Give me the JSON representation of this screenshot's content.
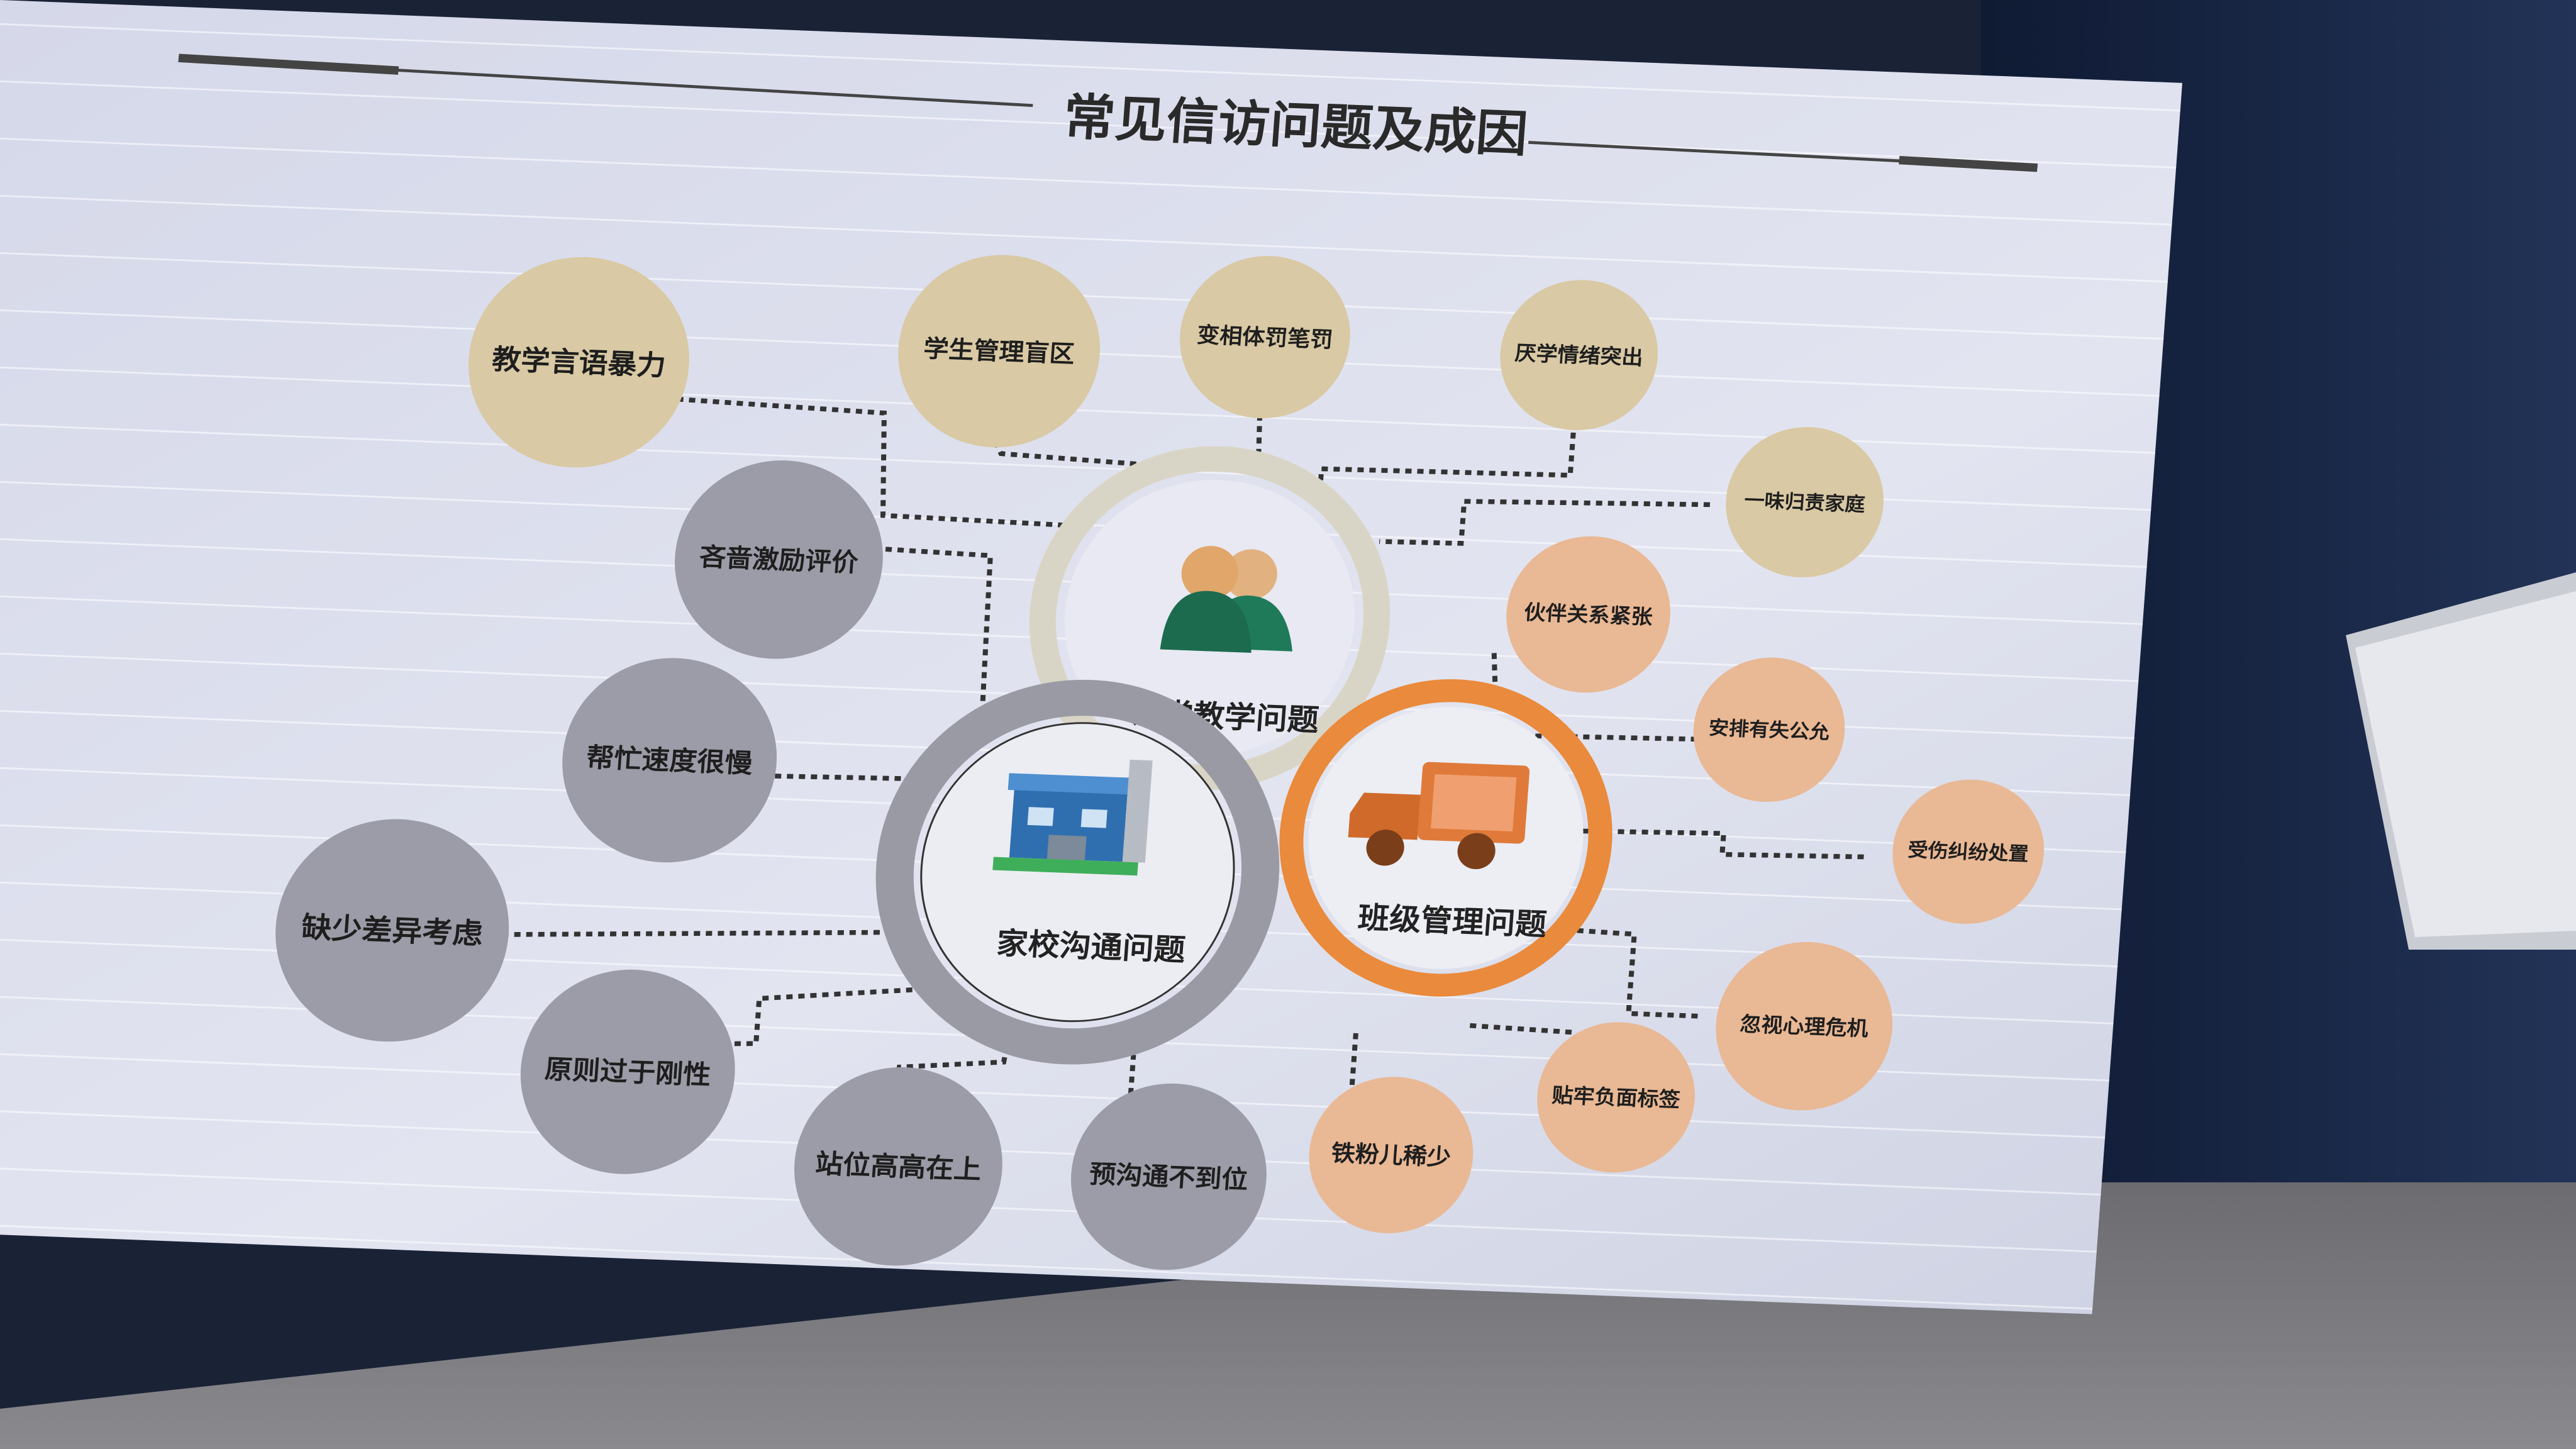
{
  "slide": {
    "title": "常见信访问题及成因"
  },
  "hubs": {
    "classroom": {
      "label": "课堂教学问题",
      "ring_color": "#d9d5c6",
      "icon": "people-icon"
    },
    "home_school": {
      "label": "家校沟通问题",
      "ring_color": "#9a9aa4",
      "icon": "school-building-icon"
    },
    "class_mgmt": {
      "label": "班级管理问题",
      "ring_color": "#ea8a3c",
      "icon": "truck-icon"
    }
  },
  "bubbles": {
    "b1": "教学言语暴力",
    "b2": "学生管理盲区",
    "b3": "变相体罚笔罚",
    "b4": "厌学情绪突出",
    "b5": "一味归责家庭",
    "b6": "吝啬激励评价",
    "b7": "帮忙速度很慢",
    "b8": "缺少差异考虑",
    "b9": "原则过于刚性",
    "b10": "站位高高在上",
    "b11": "预沟通不到位",
    "b12": "伙伴关系紧张",
    "b13": "安排有失公允",
    "b14": "受伤纠纷处置",
    "b15": "忽视心理危机",
    "b16": "贴牢负面标签",
    "b17": "铁粉儿稀少"
  },
  "colors": {
    "screen_bg": "#d8dceb",
    "tan": "#d9c9a4",
    "gray": "#9c9ca8",
    "peach": "#e9b894",
    "orange": "#ea8a3c"
  }
}
